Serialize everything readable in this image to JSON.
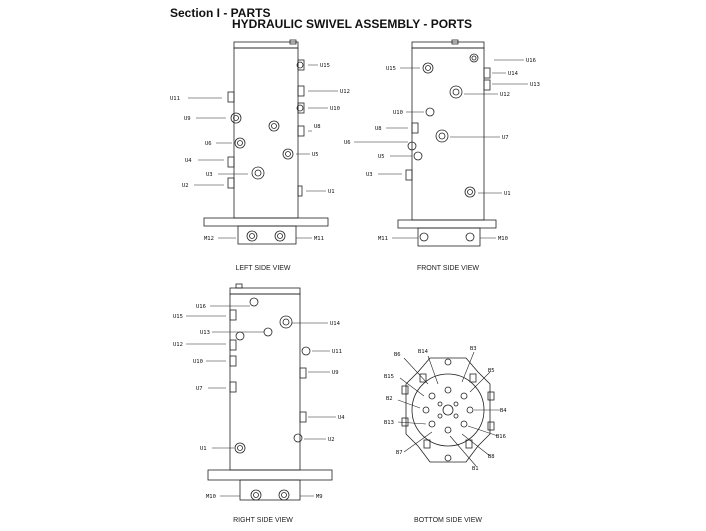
{
  "section_title": "Section I - PARTS",
  "title": "HYDRAULIC SWIVEL ASSEMBLY - PORTS",
  "views": {
    "left": {
      "caption": "LEFT SIDE VIEW",
      "ports": [
        "U15",
        "U12",
        "U11",
        "U10",
        "U9",
        "U8",
        "U6",
        "U5",
        "U4",
        "U3",
        "U2",
        "U1",
        "M12",
        "M11"
      ]
    },
    "front": {
      "caption": "FRONT SIDE VIEW",
      "ports": [
        "U16",
        "U15",
        "U14",
        "U13",
        "U12",
        "U10",
        "U8",
        "U7",
        "U6",
        "U5",
        "U3",
        "U1",
        "M11",
        "M10"
      ]
    },
    "right": {
      "caption": "RIGHT SIDE VIEW",
      "ports": [
        "U16",
        "U15",
        "U14",
        "U13",
        "U12",
        "U11",
        "U10",
        "U9",
        "U7",
        "U4",
        "U2",
        "U1",
        "M10",
        "M9"
      ]
    },
    "bottom": {
      "caption": "BOTTOM SIDE VIEW",
      "ports": [
        "B6",
        "B14",
        "B3",
        "B5",
        "B15",
        "B2",
        "B4",
        "B13",
        "B16",
        "B7",
        "B8",
        "B1"
      ]
    }
  }
}
